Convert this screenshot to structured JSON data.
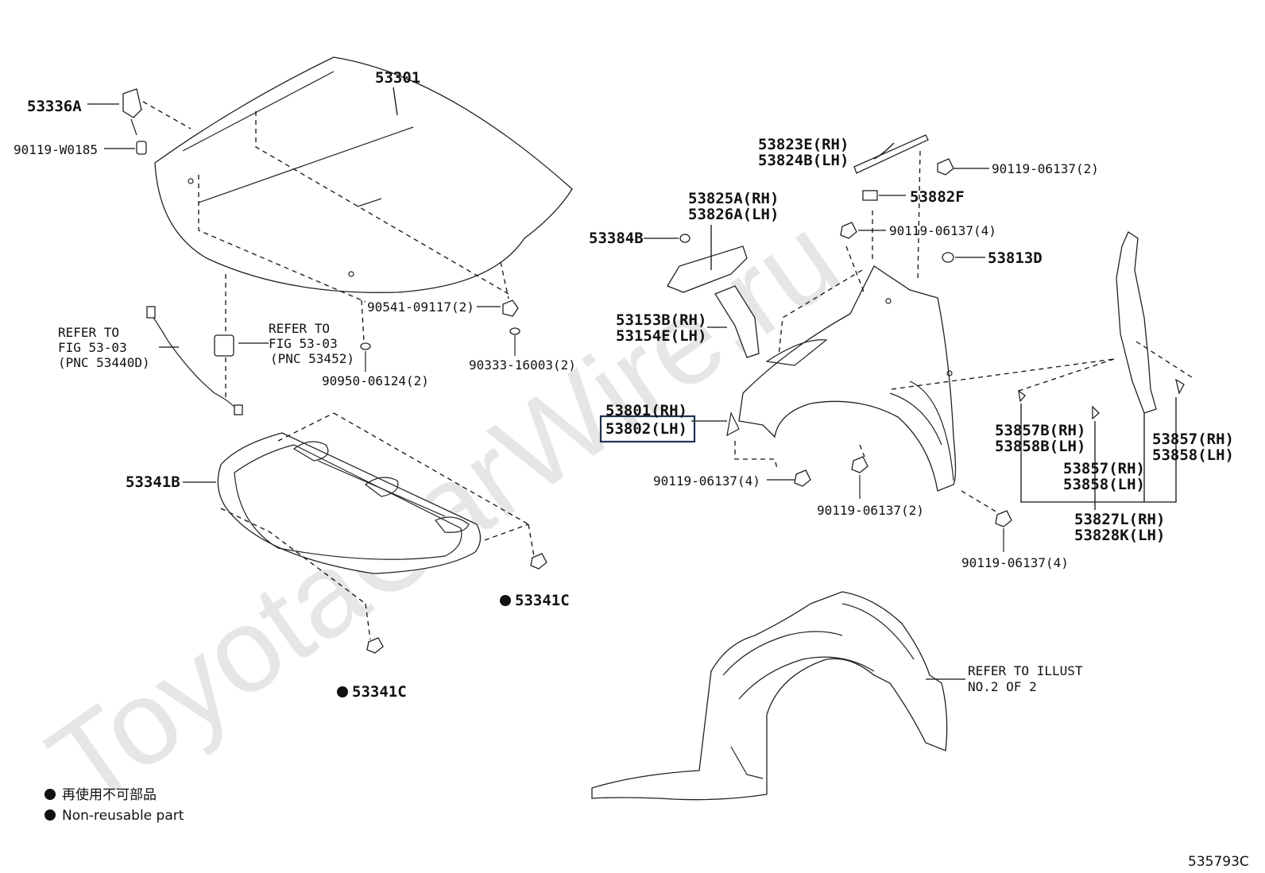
{
  "watermark": "ToyotaCarWire.ru",
  "figure_code": "535793C",
  "legend": [
    "再使用不可部品",
    "Non-reusable part"
  ],
  "labels": {
    "hood": "53301",
    "hinge": "53336A",
    "hinge_bolt": "90119-W0185",
    "refer_left": [
      "REFER TO",
      "FIG 53-03",
      "(PNC 53440D)"
    ],
    "refer_mid": [
      "REFER TO",
      "FIG 53-03",
      "(PNC 53452)"
    ],
    "cushion_nut": "90541-09117(2)",
    "plug_16003": "90333-16003(2)",
    "plug_06124": "90950-06124(2)",
    "insulator": "53341B",
    "clip_c1": "53341C",
    "clip_c2": "53341C",
    "seal_rh": "53823E(RH)",
    "seal_lh": "53824B(LH)",
    "bolt_top": "90119-06137(2)",
    "retainer_f": "53882F",
    "bracket_rh": "53825A(RH)",
    "bracket_lh": "53826A(LH)",
    "clip_b": "53384B",
    "bolt_4a": "90119-06137(4)",
    "clip_d": "53813D",
    "protector_rh": "53153B(RH)",
    "protector_lh": "53154E(LH)",
    "fender_rh": "53801(RH)",
    "fender_lh": "53802(LH)",
    "bolt_4b": "90119-06137(4)",
    "bolt_2": "90119-06137(2)",
    "bolt_4c": "90119-06137(4)",
    "cushion_b_rh": "53857B(RH)",
    "cushion_b_lh": "53858B(LH)",
    "cushion_mid_rh": "53857(RH)",
    "cushion_mid_lh": "53858(LH)",
    "cushion_right_rh": "53857(RH)",
    "cushion_right_lh": "53858(LH)",
    "seal_l_rh": "53827L(RH)",
    "seal_k_lh": "53828K(LH)",
    "liner_refer": [
      "REFER TO ILLUST",
      "NO.2 OF 2"
    ]
  }
}
